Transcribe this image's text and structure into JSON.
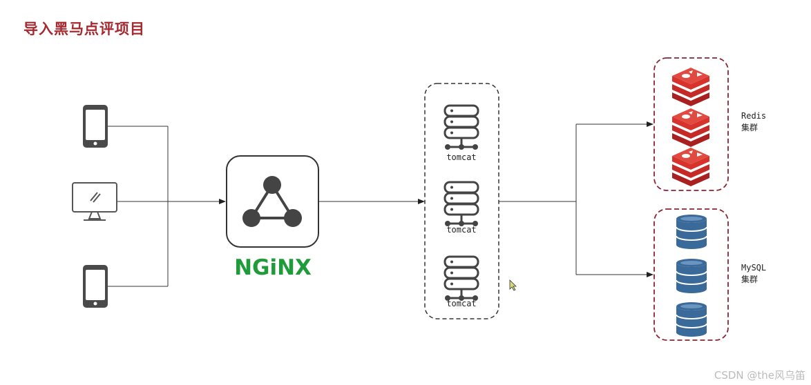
{
  "title": "导入黑马点评项目",
  "nginx_label": "NGiNX",
  "tomcat_labels": [
    "tomcat",
    "tomcat",
    "tomcat"
  ],
  "redis_cluster": {
    "line1": "Redis",
    "line2": "集群"
  },
  "mysql_cluster": {
    "line1": "MySQL",
    "line2": "集群"
  },
  "watermark": "CSDN @the风乌笛",
  "colors": {
    "title": "#a8282f",
    "nginx_green": "#1f9b3a",
    "cluster_border": "#8b2231",
    "redis_red": "#d8322c",
    "mysql_blue": "#3a6a9a",
    "icon_dark": "#444444"
  },
  "clients": [
    "phone-icon",
    "desktop-icon",
    "phone-icon"
  ]
}
